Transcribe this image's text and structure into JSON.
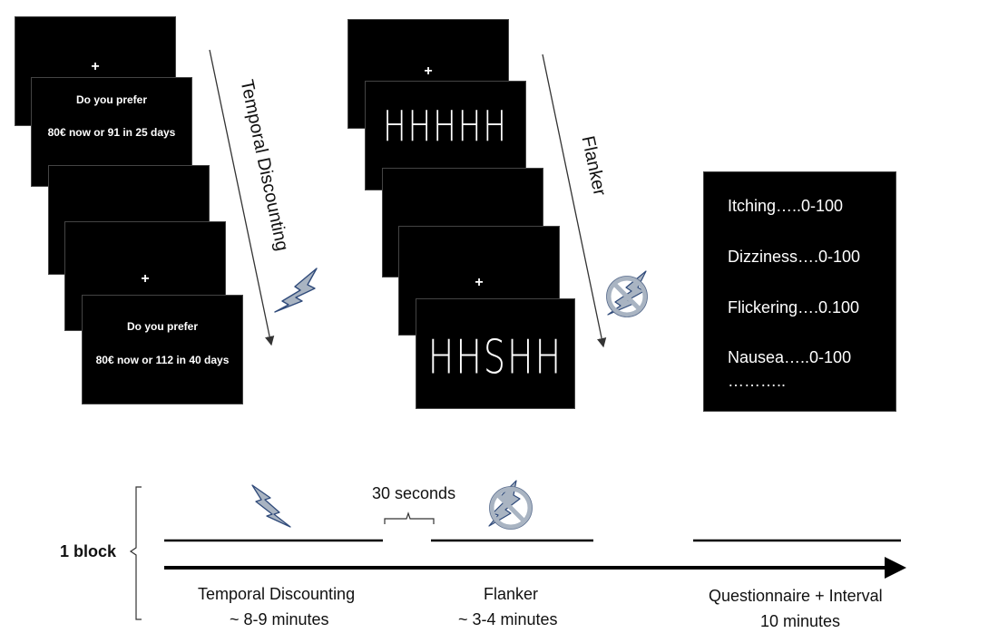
{
  "temporal_discounting": {
    "fixation_1": "+",
    "trial_1_line1": "Do you prefer",
    "trial_1_line2": "80€ now or 91 in 25 days",
    "fixation_2": "+",
    "trial_2_line1": "Do you prefer",
    "trial_2_line2": "80€ now or 112 in 40 days",
    "arrow_label": "Temporal Discounting"
  },
  "flanker": {
    "fixation_1": "+",
    "stimulus_1": "HHHHH",
    "fixation_2": "+",
    "stimulus_2": "HHSHH",
    "arrow_label": "Flanker"
  },
  "questionnaire": {
    "items": [
      "Itching…..0-100",
      "Dizziness….0-100",
      "Flickering….0.100",
      "Nausea…..0-100",
      "……….."
    ]
  },
  "timeline": {
    "block_label": "1 block",
    "pause_label": "30 seconds",
    "phases": [
      {
        "name": "Temporal Discounting",
        "duration": "~ 8-9 minutes"
      },
      {
        "name": "Flanker",
        "duration": "~ 3-4 minutes"
      },
      {
        "name": "Questionnaire + Interval",
        "duration": "10 minutes"
      }
    ]
  },
  "icons": {
    "stimulation": "lightning-bolt-icon",
    "sham": "crossed-out-lightning-icon"
  },
  "colors": {
    "screen": "#000000",
    "icon_fill": "#a9b4c2",
    "icon_stroke": "#2f4a7a"
  }
}
